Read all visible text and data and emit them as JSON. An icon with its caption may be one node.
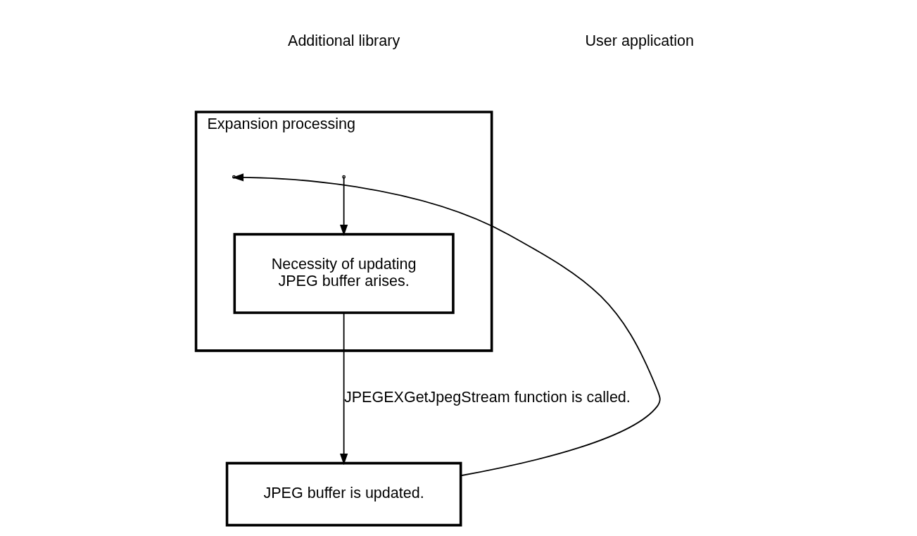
{
  "diagram": {
    "nodes": [
      {
        "text": [
          "Expansion processing"
        ]
      },
      {
        "text": [
          "Necessity of updating JPEG buffer arises."
        ],
        "in": 0
      },
      {
        "text": [
          "JPEG buffer is updated."
        ]
      }
    ],
    "edges": [
      {
        "from": null,
        "to": 1,
        "arrow": "to"
      },
      {
        "from": 1,
        "to": 2,
        "arrow": "to",
        "label": "JPEGEXGetJpegStream function is called."
      },
      {
        "from": 2,
        "to": null,
        "arrow": "to"
      }
    ],
    "labels": [
      "Additional library",
      "User application"
    ]
  }
}
